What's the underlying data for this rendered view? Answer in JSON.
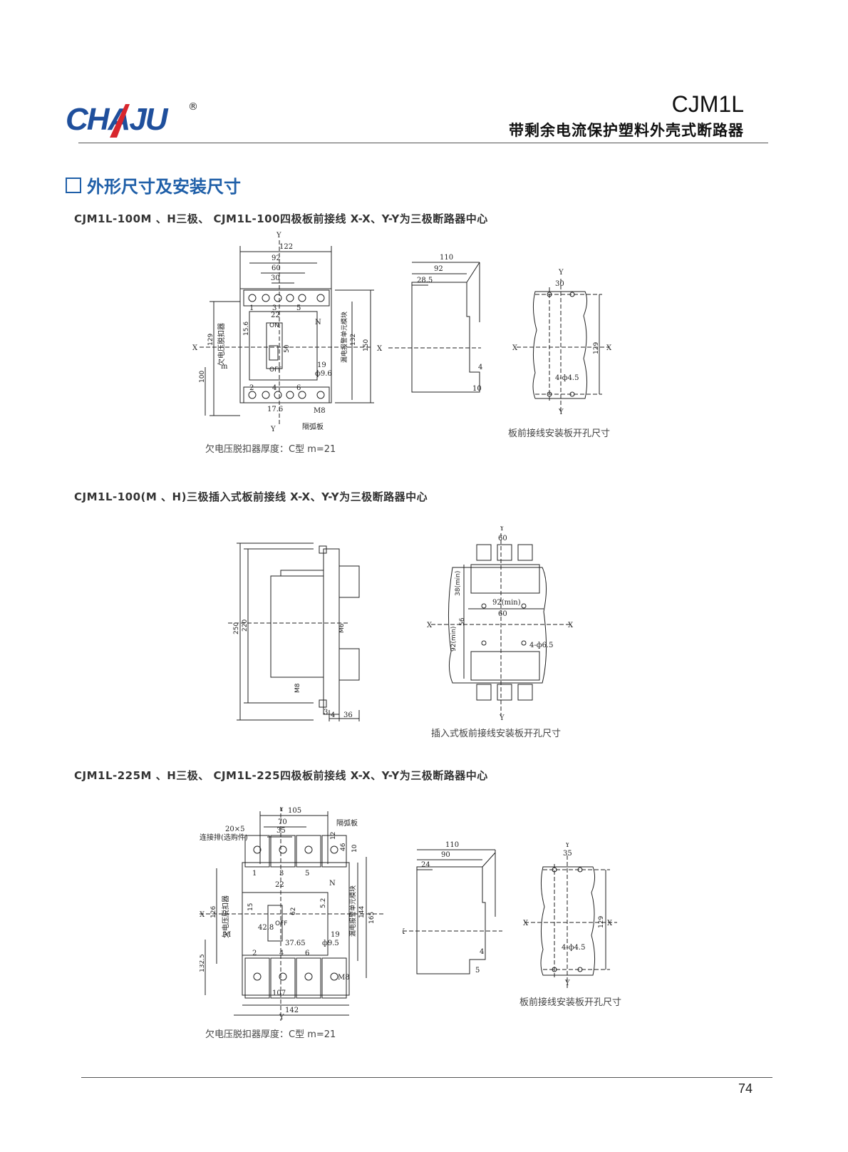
{
  "brand": {
    "logo_text": "CHAJU",
    "registered": "®"
  },
  "header": {
    "model": "CJM1L",
    "subtitle": "带剩余电流保护塑料外壳式断路器"
  },
  "section_title": "外形尺寸及安装尺寸",
  "sections": [
    {
      "heading": "CJM1L-100M 、H三极、  CJM1L-100四极板前接线 X-X、Y-Y为三极断路器中心",
      "caption_thickness": "欠电压脱扣器厚度：C型 m=21",
      "caption_panel": "板前接线安装板开孔尺寸",
      "front": {
        "dims": [
          "122",
          "92",
          "60",
          "30",
          "22",
          "15.6",
          "50",
          "129",
          "132",
          "150",
          "100",
          "19",
          "ф9.6",
          "17.6",
          "M8",
          "m",
          "ON",
          "OFF",
          "N",
          "1",
          "3",
          "5",
          "2",
          "4",
          "6",
          "X",
          "Y"
        ],
        "labels": {
          "uv": "欠电压脱扣器",
          "rc": "漏电报警单元模块",
          "arc": "隔弧板"
        }
      },
      "side": {
        "dims": [
          "110",
          "92",
          "28.5",
          "4",
          "10",
          "X"
        ]
      },
      "panel": {
        "dims": [
          "30",
          "129",
          "4-ф4.5",
          "X",
          "Y"
        ]
      }
    },
    {
      "heading": "CJM1L-100(M 、H)三极插入式板前接线 X-X、Y-Y为三极断路器中心",
      "caption_panel": "插入式板前接线安装板开孔尺寸",
      "side": {
        "dims": [
          "250",
          "220",
          "M8",
          "3",
          "4",
          "36",
          "M6"
        ]
      },
      "panel": {
        "dims": [
          "60",
          "38(min)",
          "92(min)",
          "60",
          "56",
          "92(min)",
          "4-ф6.5",
          "X",
          "Y"
        ]
      }
    },
    {
      "heading": "CJM1L-225M 、H三极、  CJM1L-225四极板前接线 X-X、Y-Y为三极断路器中心",
      "caption_thickness": "欠电压脱扣器厚度：C型 m=21",
      "caption_panel": "板前接线安装板开孔尺寸",
      "front": {
        "dims": [
          "105",
          "70",
          "35",
          "20×5",
          "12",
          "46",
          "10",
          "22",
          "15",
          "62",
          "5.2",
          "126",
          "144",
          "165",
          "132.5",
          "42.8",
          "37.65",
          "19",
          "ф9.5",
          "107",
          "142",
          "M8",
          "M",
          "OFF",
          "N",
          "1",
          "3",
          "5",
          "2",
          "4",
          "6",
          "X",
          "Y"
        ],
        "labels": {
          "busbar": "连接排(选购件)",
          "arc": "隔弧板",
          "uv": "欠电压脱扣器",
          "rc": "漏电报警单元模块"
        }
      },
      "side": {
        "dims": [
          "110",
          "90",
          "24",
          "4",
          "5",
          "X"
        ]
      },
      "panel": {
        "dims": [
          "35",
          "129",
          "4-ф4.5",
          "X",
          "Y"
        ]
      }
    }
  ],
  "page_number": "74"
}
